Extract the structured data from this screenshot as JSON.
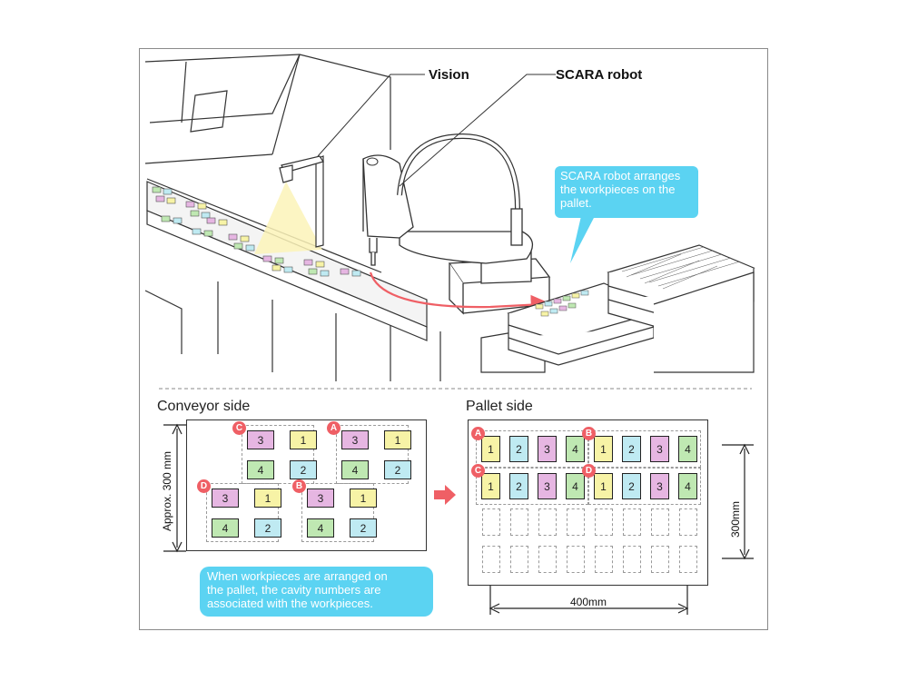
{
  "labels": {
    "vision": "Vision",
    "scara": "SCARA robot",
    "callout_top": [
      "SCARA robot arranges",
      "the workpieces on the",
      "pallet."
    ],
    "conveyor_title": "Conveyor side",
    "pallet_title": "Pallet side",
    "approx_dim": "Approx. 300 mm",
    "pallet_height_dim": "300mm",
    "pallet_width_dim": "400mm",
    "callout_bottom": [
      "When workpieces are arranged on",
      "the pallet, the cavity numbers are",
      "associated with the workpieces."
    ]
  },
  "colors": {
    "c1": "#f7f3a6",
    "c2": "#bfeaf2",
    "c3": "#e6b6e2",
    "c4": "#bfe8b2",
    "badge": "#ef5f65",
    "callout": "#5bd3f2",
    "arrow": "#ef5f65",
    "light_cone": "#fbf3b8"
  },
  "conveyor_groups": [
    {
      "badge": "C",
      "cells": [
        "3",
        "1",
        "4",
        "2"
      ]
    },
    {
      "badge": "A",
      "cells": [
        "3",
        "1",
        "4",
        "2"
      ]
    },
    {
      "badge": "D",
      "cells": [
        "3",
        "1",
        "4",
        "2"
      ]
    },
    {
      "badge": "B",
      "cells": [
        "3",
        "1",
        "4",
        "2"
      ]
    }
  ],
  "pallet_rows": [
    {
      "badges": [
        "A",
        "B"
      ],
      "cells": [
        "1",
        "2",
        "3",
        "4",
        "1",
        "2",
        "3",
        "4"
      ]
    },
    {
      "badges": [
        "C",
        "D"
      ],
      "cells": [
        "1",
        "2",
        "3",
        "4",
        "1",
        "2",
        "3",
        "4"
      ]
    }
  ]
}
